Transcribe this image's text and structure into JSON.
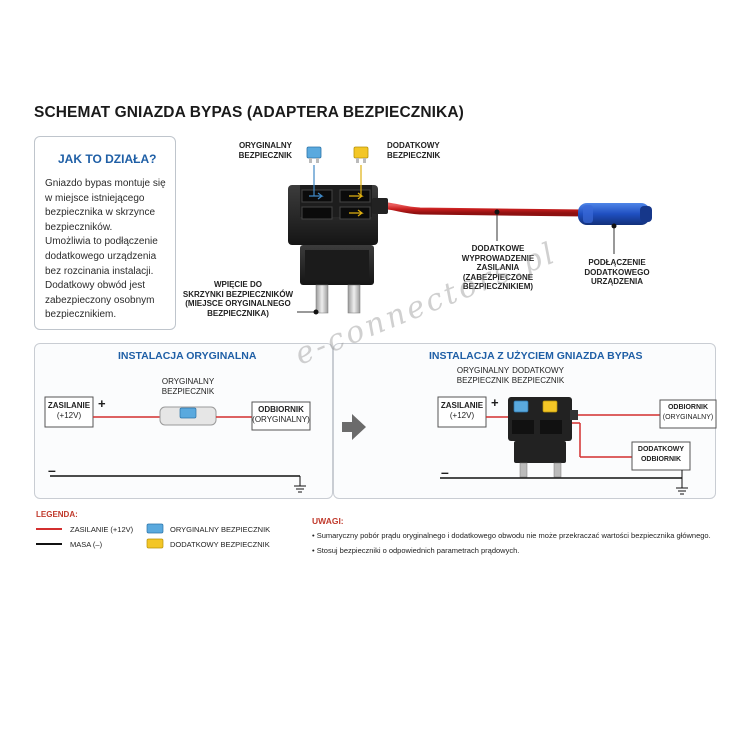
{
  "title": "SCHEMAT GNIAZDA BYPAS (ADAPTERA BEZPIECZNIKA)",
  "how": {
    "heading": "JAK TO DZIAŁA?",
    "lines": [
      "Gniazdo bypas montuje się",
      "w miejsce istniejącego",
      "bezpiecznika w skrzynce",
      "bezpieczników.",
      "Umożliwia to podłączenie",
      "dodatkowego urządzenia",
      "bez rozcinania instalacji.",
      "Dodatkowy obwód jest",
      "zabezpieczony osobnym",
      "bezpiecznikiem."
    ]
  },
  "top_labels": {
    "original_fuse": [
      "ORYGINALNY",
      "BEZPIECZNIK"
    ],
    "extra_fuse": [
      "DODATKOWY",
      "BEZPIECZNIK"
    ],
    "plug": [
      "WPIĘCIE DO",
      "SKRZYNKI BEZPIECZNIKÓW",
      "(MIEJSCE ORYGINALNEGO",
      "BEZPIECZNIKA)"
    ],
    "lead": [
      "DODATKOWE",
      "WYPROWADZENIE",
      "ZASILANIA",
      "(ZABEZPIECZONE",
      "BEZPIECZNIKIEM)"
    ],
    "connector": [
      "PODŁĄCZENIE",
      "DODATKOWEGO",
      "URZĄDZENIA"
    ]
  },
  "left_panel": {
    "title": "INSTALACJA ORYGINALNA",
    "supply": [
      "ZASILANIE",
      "(+12V)"
    ],
    "fuse": [
      "ORYGINALNY",
      "BEZPIECZNIK"
    ],
    "load": [
      "ODBIORNIK",
      "(ORYGINALNY)"
    ],
    "plus": "+",
    "minus": "–"
  },
  "right_panel": {
    "title": "INSTALACJA Z UŻYCIEM GNIAZDA BYPAS",
    "supply": [
      "ZASILANIE",
      "(+12V)"
    ],
    "fuse_orig": [
      "ORYGINALNY",
      "BEZPIECZNIK"
    ],
    "fuse_extra": [
      "DODATKOWY",
      "BEZPIECZNIK"
    ],
    "load_orig": [
      "ODBIORNIK",
      "(ORYGINALNY)"
    ],
    "load_extra": [
      "DODATKOWY",
      "ODBIORNIK"
    ],
    "plus": "+",
    "minus": "–"
  },
  "legend": {
    "title": "LEGENDA:",
    "supply": "ZASILANIE (+12V)",
    "ground": "MASA (–)",
    "orig_fuse": "ORYGINALNY BEZPIECZNIK",
    "extra_fuse": "DODATKOWY BEZPIECZNIK"
  },
  "notes": {
    "title": "UWAGI:",
    "items": [
      "Sumaryczny pobór prądu oryginalnego i dodatkowego obwodu nie może przekraczać wartości bezpiecznika głównego.",
      "Stosuj bezpieczniki o odpowiednich parametrach prądowych."
    ]
  },
  "watermark": "e-connectors.pl",
  "colors": {
    "accent_blue": "#1f5fa6",
    "wire_red": "#d32f2f",
    "fuse_blue": "#5aa9de",
    "fuse_yellow": "#f3c626",
    "housing": "#2a2a2a",
    "connector_blue": "#1e4fb5"
  }
}
